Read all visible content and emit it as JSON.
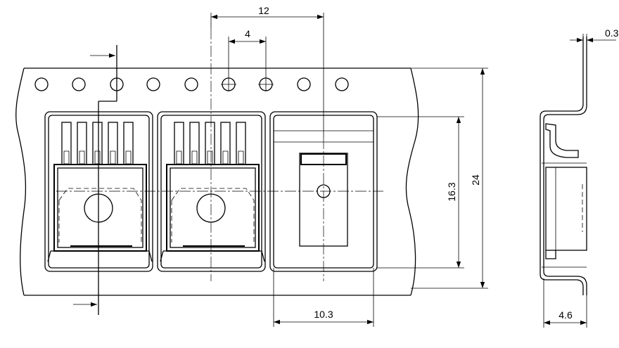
{
  "dimensions": {
    "pitch_components": "12",
    "pitch_holes": "4",
    "thickness": "0.3",
    "cavity_length": "16.3",
    "tape_width": "24",
    "cavity_width": "10.3",
    "cavity_depth": "4.6"
  }
}
